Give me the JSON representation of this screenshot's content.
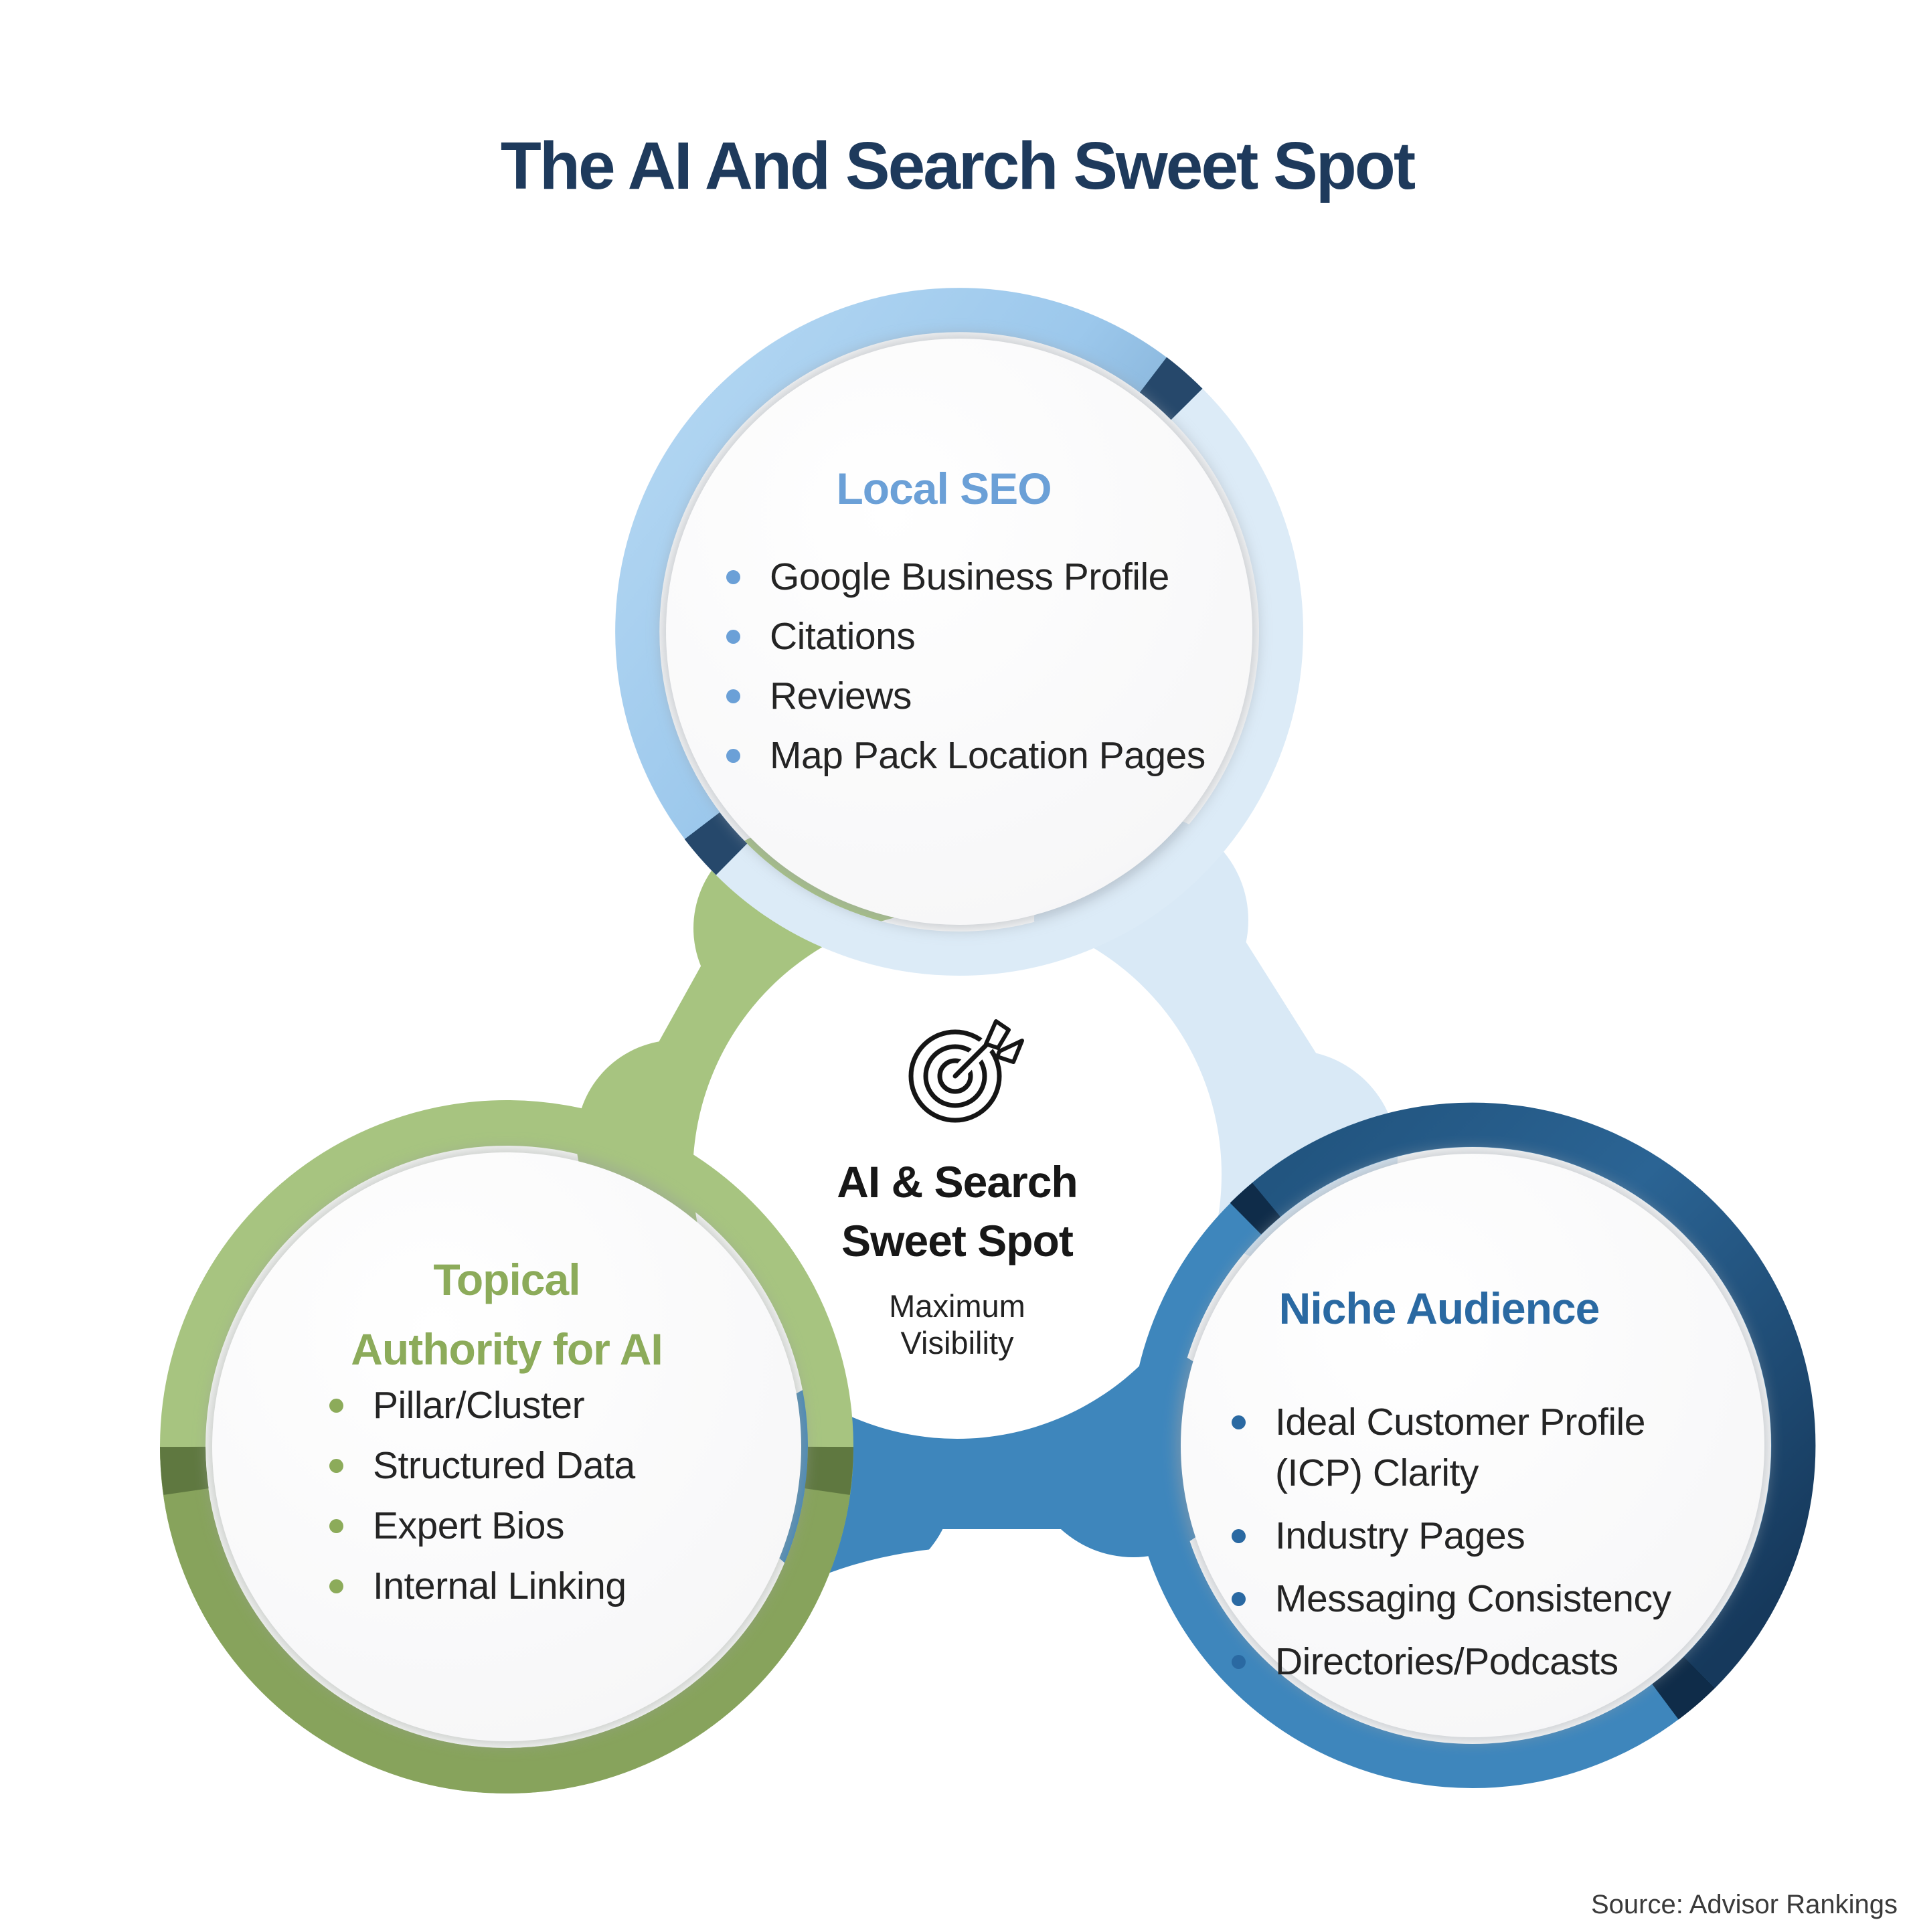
{
  "title": "The AI And Search Sweet Spot",
  "source": "Source: Advisor Rankings",
  "center": {
    "icon": "target-icon",
    "heading_line1": "AI & Search",
    "heading_line2": "Sweet Spot",
    "subtitle_line1": "Maximum",
    "subtitle_line2": "Visibility"
  },
  "circles": [
    {
      "id": "local-seo",
      "heading": "Local SEO",
      "items": [
        "Google Business Profile",
        "Citations",
        "Reviews",
        "Map Pack Location Pages"
      ]
    },
    {
      "id": "topical-authority",
      "heading": "Topical Authority for AI",
      "heading_lines": [
        "Topical",
        "Authority for AI"
      ],
      "items": [
        "Pillar/Cluster",
        "Structured Data",
        "Expert Bios",
        "Internal Linking"
      ]
    },
    {
      "id": "niche-audience",
      "heading": "Niche Audience",
      "items": [
        "Ideal Customer Profile (ICP) Clarity",
        "Industry Pages",
        "Messaging Consistency",
        "Directories/Podcasts"
      ]
    }
  ],
  "colors": {
    "title_navy": "#1E3A5C",
    "local_accent": "#6BA0D7",
    "topical_accent": "#8CAB5A",
    "niche_accent": "#2A69A2",
    "bullet_text": "#242424",
    "center_text": "#171717",
    "source_text": "#3A3A3A",
    "top_ring_light": "#DCEBF7",
    "top_ring_sky": "#AED3F2",
    "top_ring_steel": "#5D8BB4",
    "top_ring_notch": "#26486B",
    "green_ring_top": "#A7C480",
    "green_ring_bottom": "#87A35C",
    "green_ring_notch": "#5F7840",
    "blue_ring": "#3E86BC",
    "blue_ring_dark_start": "#2B6494",
    "blue_ring_dark_end": "#16395C",
    "blue_ring_notch": "#0F2C49",
    "band_green": "#A7C480",
    "band_light_blue": "#D9E9F6",
    "band_blue": "#3E86BC"
  }
}
